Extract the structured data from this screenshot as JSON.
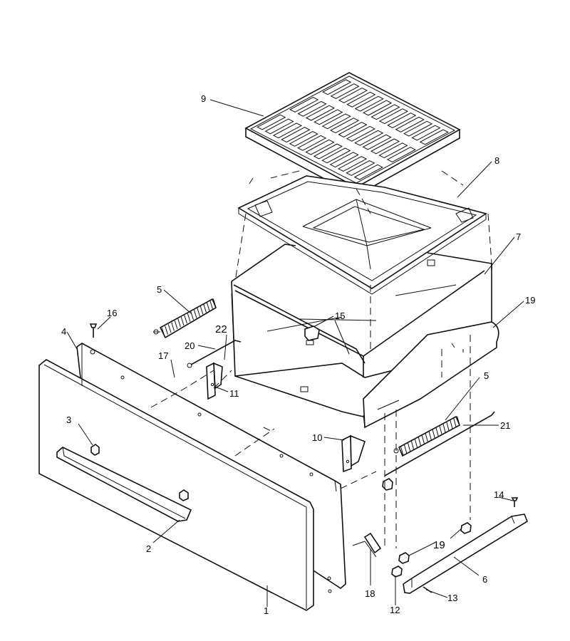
{
  "callouts": [
    {
      "id": "c1",
      "label": "1"
    },
    {
      "id": "c2",
      "label": "2"
    },
    {
      "id": "c3",
      "label": "3"
    },
    {
      "id": "c4",
      "label": "4"
    },
    {
      "id": "c5a",
      "label": "5"
    },
    {
      "id": "c5b",
      "label": "5"
    },
    {
      "id": "c6",
      "label": "6"
    },
    {
      "id": "c7",
      "label": "7"
    },
    {
      "id": "c8",
      "label": "8"
    },
    {
      "id": "c9",
      "label": "9"
    },
    {
      "id": "c10",
      "label": "10"
    },
    {
      "id": "c11",
      "label": "11"
    },
    {
      "id": "c12",
      "label": "12"
    },
    {
      "id": "c13",
      "label": "13"
    },
    {
      "id": "c14",
      "label": "14"
    },
    {
      "id": "c15",
      "label": "15"
    },
    {
      "id": "c16",
      "label": "16"
    },
    {
      "id": "c17",
      "label": "17"
    },
    {
      "id": "c18",
      "label": "18"
    },
    {
      "id": "c19a",
      "label": "19"
    },
    {
      "id": "c19b",
      "label": "19"
    },
    {
      "id": "c20",
      "label": "20"
    },
    {
      "id": "c21",
      "label": "21"
    },
    {
      "id": "c22",
      "label": "22"
    }
  ]
}
